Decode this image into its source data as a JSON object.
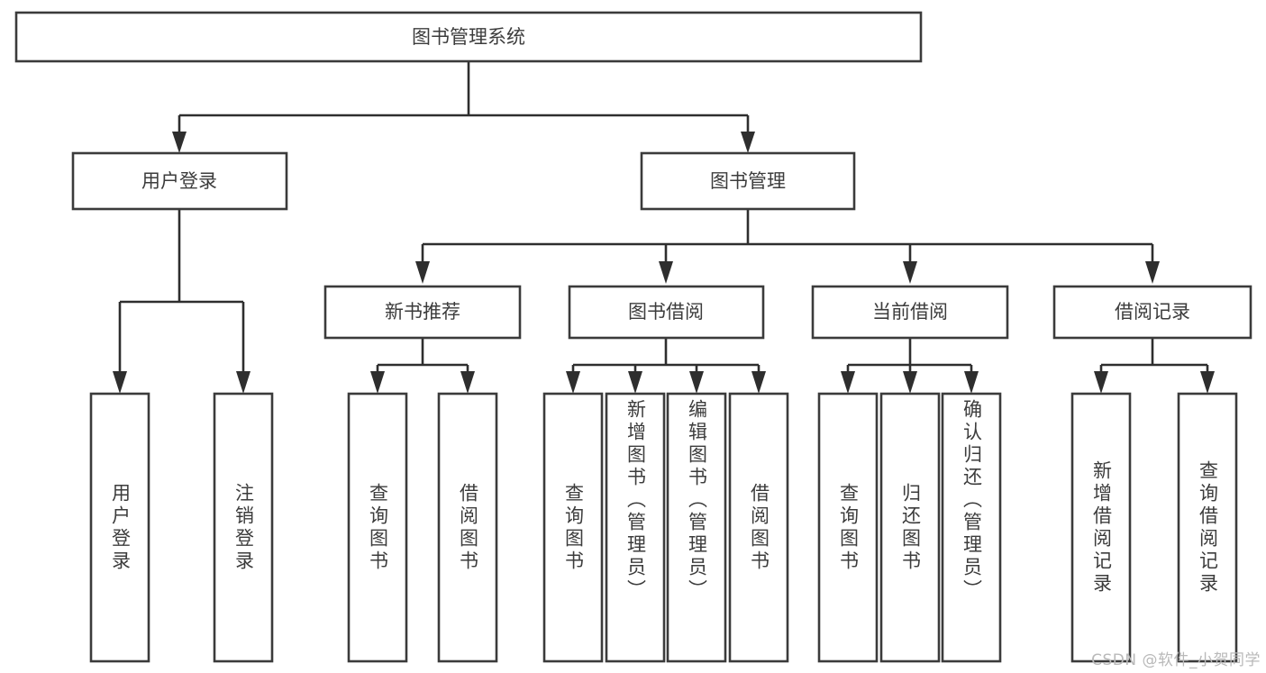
{
  "diagram": {
    "type": "tree-hierarchy",
    "title": "图书管理系统",
    "orientation": "top-down",
    "colors": {
      "box_stroke": "#3b3b3b",
      "box_fill": "#ffffff",
      "connector": "#2e2e2e",
      "text": "#3c3c3c",
      "watermark": "#b9b9b9",
      "background": "#ffffff"
    },
    "root": {
      "label": "图书管理系统"
    },
    "level2": [
      {
        "label": "用户登录"
      },
      {
        "label": "图书管理"
      }
    ],
    "level3": [
      {
        "label": "新书推荐"
      },
      {
        "label": "图书借阅"
      },
      {
        "label": "当前借阅"
      },
      {
        "label": "借阅记录"
      }
    ],
    "leaves": {
      "user_login": [
        {
          "label": "用户登录"
        },
        {
          "label": "注销登录"
        }
      ],
      "new_book_recommend": [
        {
          "label": "查询图书"
        },
        {
          "label": "借阅图书"
        }
      ],
      "book_borrow": [
        {
          "label": "查询图书"
        },
        {
          "label": "新增图书（管理员）"
        },
        {
          "label": "编辑图书（管理员）"
        },
        {
          "label": "借阅图书"
        }
      ],
      "current_borrow": [
        {
          "label": "查询图书"
        },
        {
          "label": "归还图书"
        },
        {
          "label": "确认归还（管理员）"
        }
      ],
      "borrow_record": [
        {
          "label": "新增借阅记录"
        },
        {
          "label": "查询借阅记录"
        }
      ]
    }
  },
  "watermark": {
    "text": "CSDN @软件_小贺同学"
  }
}
